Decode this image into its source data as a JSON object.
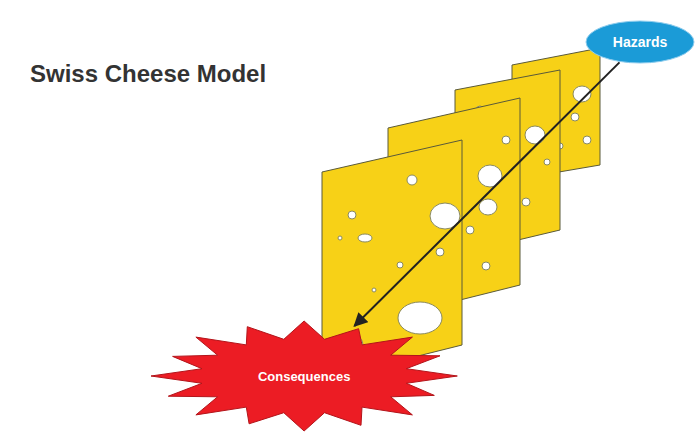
{
  "diagram": {
    "title": "Swiss Cheese Model",
    "nodes": [
      {
        "text": [
          "Hazards"
        ]
      },
      {
        "text": [
          "Consequences"
        ]
      }
    ],
    "edges": [
      {
        "from": 0,
        "to": 1,
        "arrow": "to"
      }
    ]
  }
}
